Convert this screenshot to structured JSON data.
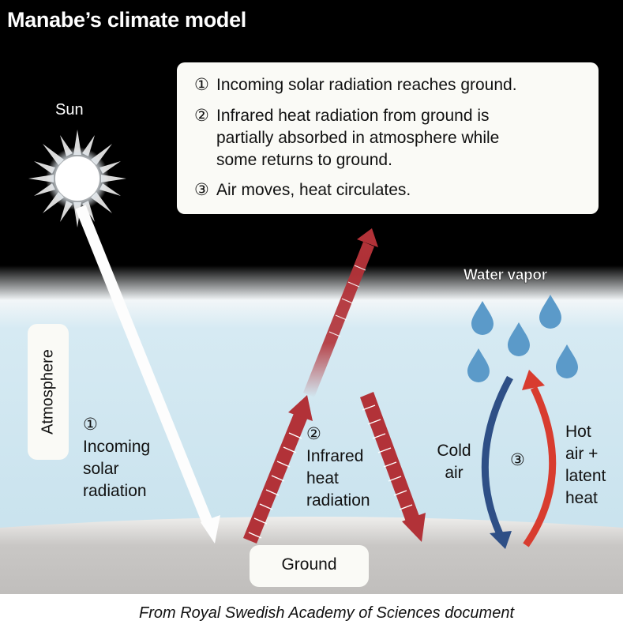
{
  "title": "Manabe’s climate model",
  "sun_label": "Sun",
  "legend": [
    {
      "num": "①",
      "lines": [
        "Incoming solar radiation reaches ground."
      ]
    },
    {
      "num": "②",
      "lines": [
        "Infrared heat radiation from ground is",
        "partially absorbed in atmosphere while",
        "some returns to ground."
      ]
    },
    {
      "num": "③",
      "lines": [
        "Air moves, heat circulates."
      ]
    }
  ],
  "atmosphere_label": "Atmosphere",
  "ground_label": "Ground",
  "incoming": {
    "num": "①",
    "lines": [
      "Incoming",
      "solar",
      "radiation"
    ]
  },
  "infrared": {
    "num": "②",
    "lines": [
      "Infrared",
      "heat",
      "radiation"
    ]
  },
  "circulation": {
    "num": "③",
    "cold": [
      "Cold",
      "air"
    ],
    "hot": [
      "Hot",
      "air +",
      "latent",
      "heat"
    ]
  },
  "vapor_label": "Water vapor",
  "credit": "From Royal Swedish Academy of Sciences document",
  "colors": {
    "space": "#000000",
    "atmosphere": "#cfe6f0",
    "ground": "#c9c7c5",
    "infrared": "#b23238",
    "cold_arrow": "#2e4f86",
    "hot_arrow": "#d83c2f",
    "drops": "#5b9ac9"
  }
}
